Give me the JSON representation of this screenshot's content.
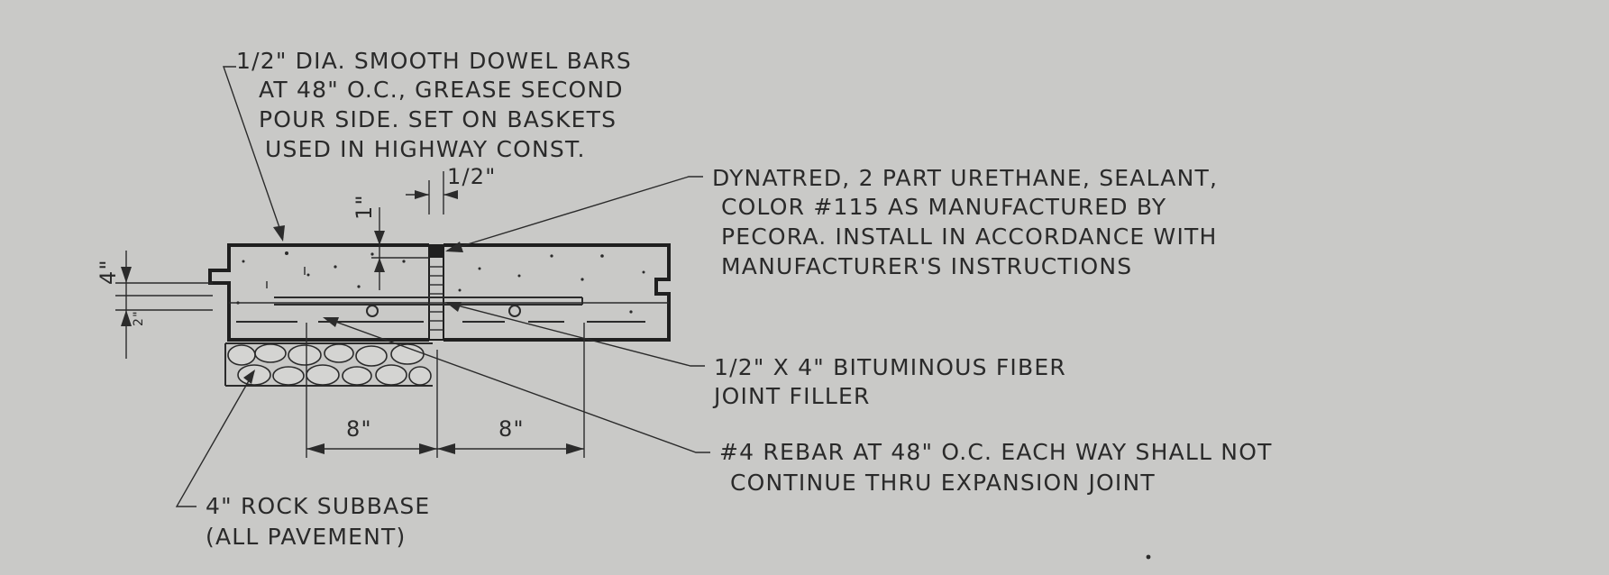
{
  "background_color": "#c9c9c7",
  "ink_color": "#2a2a2a",
  "notes": {
    "dowel": [
      "1/2\" DIA. SMOOTH DOWEL BARS",
      "AT 48\" O.C., GREASE SECOND",
      "POUR SIDE. SET ON BASKETS",
      "USED IN HIGHWAY CONST."
    ],
    "sealant": [
      "DYNATRED, 2 PART URETHANE, SEALANT,",
      "COLOR #115 AS MANUFACTURED BY",
      "PECORA.  INSTALL IN ACCORDANCE WITH",
      "MANUFACTURER'S INSTRUCTIONS"
    ],
    "filler": [
      "1/2\" X 4\" BITUMINOUS FIBER",
      "JOINT FILLER"
    ],
    "rebar": [
      "#4 REBAR AT 48\" O.C. EACH WAY SHALL NOT",
      "CONTINUE THRU EXPANSION JOINT"
    ],
    "subbase": [
      "4\" ROCK SUBBASE",
      "(ALL PAVEMENT)"
    ]
  },
  "dimensions": {
    "joint_gap": "1/2\"",
    "recess_depth": "1\"",
    "slab_thickness": "4\"",
    "rebar_cover": "2\"",
    "dowel_left": "8\"",
    "dowel_right": "8\""
  }
}
